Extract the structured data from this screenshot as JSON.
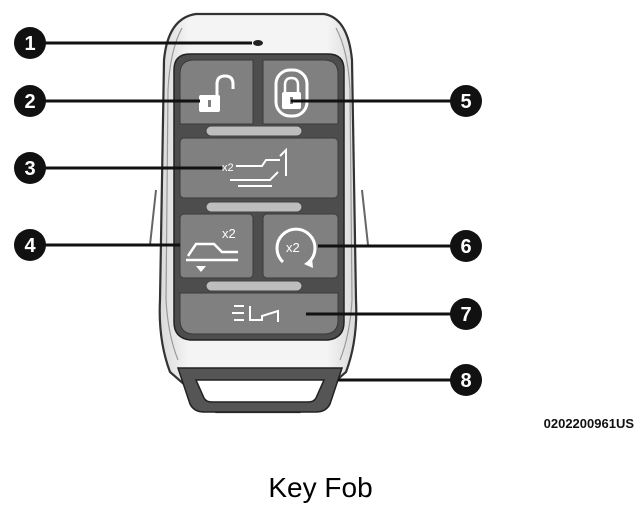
{
  "figure": {
    "code": "0202200961US",
    "caption": "Key Fob"
  },
  "callouts": [
    {
      "number": "1"
    },
    {
      "number": "2"
    },
    {
      "number": "3"
    },
    {
      "number": "4"
    },
    {
      "number": "5"
    },
    {
      "number": "6"
    },
    {
      "number": "7"
    },
    {
      "number": "8"
    }
  ],
  "buttons": {
    "lock_icon": "padlock-locked-icon",
    "unlock_icon": "padlock-unlocked-icon",
    "tailgate": {
      "icon": "tailgate-release-icon",
      "press_count": "x2"
    },
    "trunk_lid": {
      "icon": "truck-bed-release-icon",
      "press_count": "2"
    },
    "remote_start": {
      "icon": "remote-start-icon",
      "press_count": "x2"
    },
    "panic": {
      "icon": "panic-horn-lights-icon"
    }
  },
  "colors": {
    "fob_body": "#ececec",
    "button_face": "#7f7f7f",
    "callout": "#111111"
  }
}
